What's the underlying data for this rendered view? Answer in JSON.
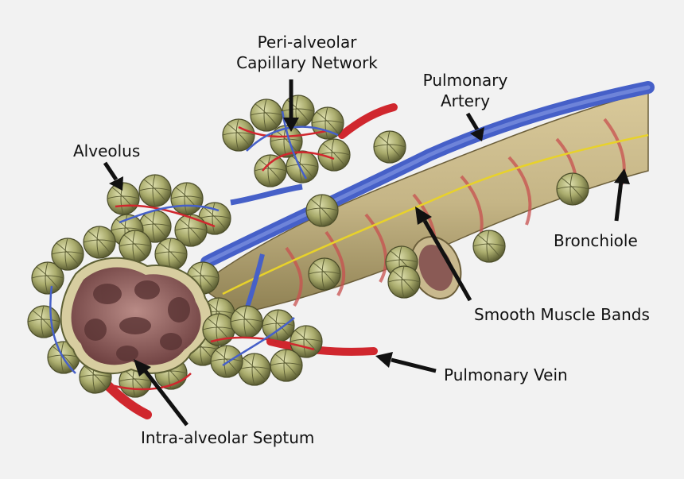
{
  "labels": {
    "capillary_line1": "Peri-alveolar",
    "capillary_line2": "Capillary Network",
    "artery_line1": "Pulmonary",
    "artery_line2": "Artery",
    "alveolus": "Alveolus",
    "bronchiole": "Bronchiole",
    "smooth_muscle": "Smooth Muscle Bands",
    "pulmonary_vein": "Pulmonary Vein",
    "septum": "Intra-alveolar Septum"
  },
  "colors": {
    "background": "#f2f2f2",
    "alveolus_green": "#a8ab6a",
    "capillary_red": "#d0272e",
    "capillary_blue": "#4660c8",
    "nerve_yellow": "#e8d22a",
    "septum_brown": "#8a5a55"
  }
}
